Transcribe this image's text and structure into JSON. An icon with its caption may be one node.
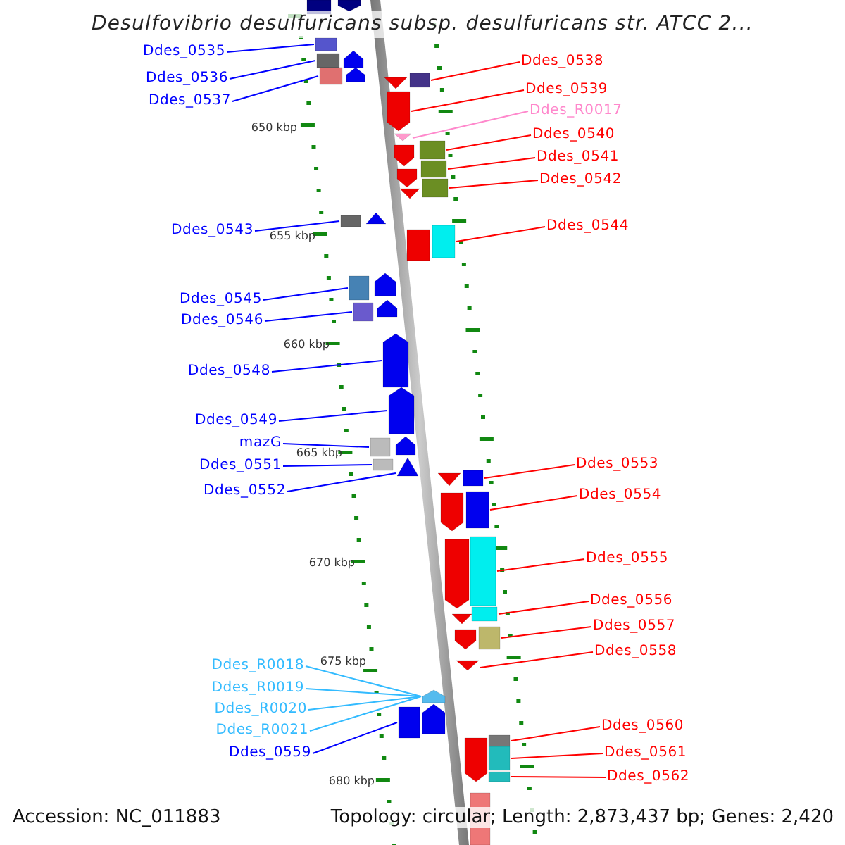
{
  "diagram": {
    "title": "Desulfovibrio desulfuricans subsp. desulfuricans str. ATCC 2...",
    "nodes": [
      {
        "text": [
          "Ddes_0535"
        ]
      },
      {
        "text": [
          "Ddes_0538"
        ]
      },
      {
        "text": [
          "Ddes_0536"
        ]
      },
      {
        "text": [
          "Ddes_0539"
        ]
      },
      {
        "text": [
          "Ddes_0537"
        ]
      },
      {
        "text": [
          "Ddes_R0017"
        ]
      },
      {
        "text": [
          "Ddes_0540"
        ]
      },
      {
        "text": [
          "Ddes_0541"
        ]
      },
      {
        "text": [
          "Ddes_0542"
        ]
      },
      {
        "text": [
          "Ddes_0544"
        ]
      },
      {
        "text": [
          "Ddes_0543"
        ]
      },
      {
        "text": [
          "Ddes_0545"
        ]
      },
      {
        "text": [
          "Ddes_0546"
        ]
      },
      {
        "text": [
          "Ddes_0548"
        ]
      },
      {
        "text": [
          "Ddes_0549"
        ]
      },
      {
        "text": [
          "mazG"
        ]
      },
      {
        "text": [
          "Ddes_0553"
        ]
      },
      {
        "text": [
          "Ddes_0551"
        ]
      },
      {
        "text": [
          "Ddes_0552"
        ]
      },
      {
        "text": [
          "Ddes_0554"
        ]
      },
      {
        "text": [
          "Ddes_0555"
        ]
      },
      {
        "text": [
          "Ddes_0556"
        ]
      },
      {
        "text": [
          "Ddes_0557"
        ]
      },
      {
        "text": [
          "Ddes_0558"
        ]
      },
      {
        "text": [
          "Ddes_R0018"
        ]
      },
      {
        "text": [
          "Ddes_R0019"
        ]
      },
      {
        "text": [
          "Ddes_R0020"
        ]
      },
      {
        "text": [
          "Ddes_0560"
        ]
      },
      {
        "text": [
          "Ddes_R0021"
        ]
      },
      {
        "text": [
          "Ddes_0559"
        ]
      },
      {
        "text": [
          "Ddes_0561"
        ]
      },
      {
        "text": [
          "Ddes_0562"
        ]
      },
      {
        "text": [],
        "shape": "box"
      },
      {
        "text": [],
        "shape": "box"
      },
      {
        "text": [],
        "shape": "box"
      },
      {
        "text": [],
        "shape": "box"
      },
      {
        "text": [],
        "shape": "pentagon"
      },
      {
        "text": [],
        "shape": "triangle"
      },
      {
        "text": [],
        "shape": "box"
      },
      {
        "text": [],
        "shape": "box"
      },
      {
        "text": [],
        "shape": "box"
      },
      {
        "text": [],
        "shape": "box"
      },
      {
        "text": [],
        "shape": "box"
      },
      {
        "text": [],
        "shape": "box"
      },
      {
        "text": [],
        "shape": "box"
      },
      {
        "text": [],
        "shape": "pentagon"
      },
      {
        "text": [],
        "shape": "pentagon"
      },
      {
        "text": [],
        "shape": "box"
      },
      {
        "text": [],
        "shape": "box"
      },
      {
        "text": [],
        "shape": "triangle"
      },
      {
        "text": [],
        "shape": "box"
      },
      {
        "text": [],
        "shape": "box"
      },
      {
        "text": [],
        "shape": "box"
      },
      {
        "text": [],
        "shape": "box"
      },
      {
        "text": [],
        "shape": "box"
      },
      {
        "text": [],
        "shape": "triangle"
      },
      {
        "text": [],
        "shape": "pentagon"
      },
      {
        "text": [],
        "shape": "box"
      },
      {
        "text": [],
        "shape": "box"
      },
      {
        "text": [],
        "shape": "box"
      },
      {
        "text": [],
        "shape": "box"
      }
    ],
    "edges": [
      {
        "from": 0,
        "to": 32,
        "arrow": "none",
        "color": "#0000ff"
      },
      {
        "from": 1,
        "to": 35,
        "arrow": "none"
      },
      {
        "from": 2,
        "to": 33,
        "arrow": "none",
        "color": "#0000ff"
      },
      {
        "from": 3,
        "to": 36,
        "arrow": "none"
      },
      {
        "from": 4,
        "to": 34,
        "arrow": "none",
        "color": "#0000ff"
      },
      {
        "from": 5,
        "to": 37,
        "arrow": "none",
        "color": "#ff88cc"
      },
      {
        "from": 6,
        "to": 38,
        "arrow": "none"
      },
      {
        "from": 7,
        "to": 39,
        "arrow": "none"
      },
      {
        "from": 8,
        "to": 40,
        "arrow": "none"
      },
      {
        "from": 9,
        "to": 42,
        "arrow": "none"
      },
      {
        "from": 10,
        "to": 41,
        "arrow": "none",
        "color": "#0000ff"
      },
      {
        "from": 11,
        "to": 43,
        "arrow": "none",
        "color": "#0000ff"
      },
      {
        "from": 12,
        "to": 44,
        "arrow": "none",
        "color": "#0000ff"
      },
      {
        "from": 13,
        "to": 45,
        "arrow": "none",
        "color": "#0000ff"
      },
      {
        "from": 14,
        "to": 46,
        "arrow": "none",
        "color": "#0000ff"
      },
      {
        "from": 15,
        "to": 47,
        "arrow": "none",
        "color": "#0000ff"
      },
      {
        "from": 16,
        "to": 50,
        "arrow": "none"
      },
      {
        "from": 17,
        "to": 48,
        "arrow": "none",
        "color": "#0000ff"
      },
      {
        "from": 18,
        "to": 49,
        "arrow": "none",
        "color": "#0000ff"
      },
      {
        "from": 19,
        "to": 51,
        "arrow": "none"
      },
      {
        "from": 20,
        "to": 52,
        "arrow": "none"
      },
      {
        "from": 21,
        "to": 53,
        "arrow": "none"
      },
      {
        "from": 22,
        "to": 54,
        "arrow": "none"
      },
      {
        "from": 23,
        "to": 55,
        "arrow": "none"
      },
      {
        "from": 24,
        "to": 56,
        "arrow": "none",
        "color": "#33bbff"
      },
      {
        "from": 25,
        "to": 56,
        "arrow": "none",
        "color": "#33bbff"
      },
      {
        "from": 26,
        "to": 56,
        "arrow": "none",
        "color": "#33bbff"
      },
      {
        "from": 27,
        "to": 58,
        "arrow": "none"
      },
      {
        "from": 28,
        "to": 56,
        "arrow": "none",
        "color": "#33bbff"
      },
      {
        "from": 29,
        "to": 57,
        "arrow": "none",
        "color": "#0000ff"
      },
      {
        "from": 30,
        "to": 59,
        "arrow": "none"
      },
      {
        "from": 31,
        "to": 60,
        "arrow": "none"
      }
    ],
    "labels": [
      "650 kbp",
      "655 kbp",
      "660 kbp",
      "665 kbp",
      "670 kbp",
      "675 kbp",
      "680 kbp",
      "Accession: NC_011883",
      "Topology: circular; Length: 2,873,437 bp; Genes: 2,420"
    ]
  }
}
